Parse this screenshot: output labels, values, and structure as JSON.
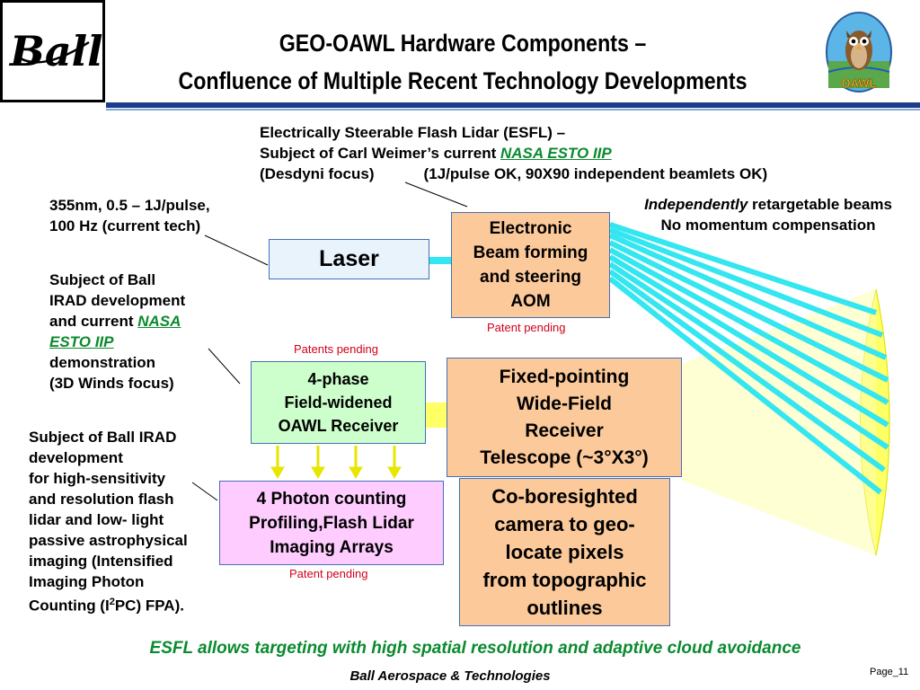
{
  "header": {
    "logo_text": "Ball",
    "title_line1": "GEO-OAWL Hardware Components –",
    "title_line2": "Confluence of Multiple Recent Technology Developments",
    "badge_text": "OAWL"
  },
  "esfl": {
    "line1": "Electrically Steerable Flash Lidar (ESFL) –",
    "line2_prefix": "Subject of Carl Weimer’s current ",
    "line2_link": "NASA ESTO IIP",
    "line3_left": "(Desdyni focus)",
    "line3_right": "(1J/pulse OK, 90X90 independent beamlets OK)"
  },
  "notes": {
    "laser_spec_1": "355nm, 0.5 – 1J/pulse,",
    "laser_spec_2": "100 Hz (current tech)",
    "retarget_italic": "Independently",
    "retarget_rest": " retargetable beams",
    "no_momentum": "No momentum compensation",
    "irad_1": "Subject of Ball",
    "irad_2": "IRAD development",
    "irad_3_prefix": "and current ",
    "irad_3_link": "NASA",
    "irad_4_link": "ESTO  IIP",
    "irad_5": "demonstration",
    "irad_6": "(3D Winds focus)",
    "sens_1": "Subject of Ball IRAD",
    "sens_2": "development",
    "sens_3": "for high-sensitivity",
    "sens_4": "and resolution flash",
    "sens_5": "lidar and low- light",
    "sens_6": "passive astrophysical",
    "sens_7": "imaging (Intensified",
    "sens_8": "Imaging Photon",
    "sens_9_prefix": "Counting (I",
    "sens_9_sup": "2",
    "sens_9_suffix": "PC)  FPA)."
  },
  "boxes": {
    "laser": "Laser",
    "beam_1": "Electronic",
    "beam_2": "Beam forming",
    "beam_3": "and steering",
    "beam_4": "AOM",
    "receiver_1": "4-phase",
    "receiver_2": "Field-widened",
    "receiver_3": "OAWL Receiver",
    "telescope_1": "Fixed-pointing",
    "telescope_2": "Wide-Field",
    "telescope_3": "Receiver",
    "telescope_4": "Telescope (~3°X3°)",
    "photon_1": "4 Photon counting",
    "photon_2": "Profiling,Flash Lidar",
    "photon_3": "Imaging Arrays",
    "camera_1": "Co-boresighted",
    "camera_2": "camera to geo-",
    "camera_3": "locate pixels",
    "camera_4": "from topographic",
    "camera_5": "outlines"
  },
  "pending": {
    "beam": "Patent pending",
    "receiver": "Patents pending",
    "photon": "Patent pending"
  },
  "bottom_statement": "ESFL allows targeting with high spatial resolution and adaptive cloud avoidance",
  "footer": {
    "company": "Ball Aerospace & Technologies",
    "page": "Page_11"
  },
  "colors": {
    "header_rule": "#1e3c8c",
    "beam_color": "#33e6f0",
    "cone_color": "#ffff66",
    "box_peach": "#fcc99a",
    "box_green": "#ccffcc",
    "box_pink": "#ffccff",
    "box_lightblue": "#e8f3fc",
    "link_green": "#0b8a2e",
    "pending_red": "#d0001a"
  }
}
